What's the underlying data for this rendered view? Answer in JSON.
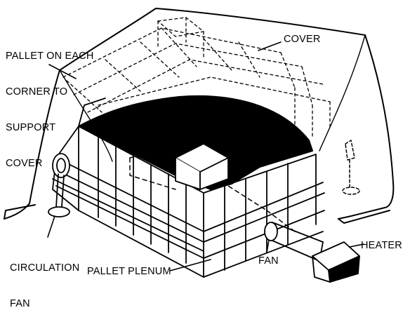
{
  "labels": {
    "pallet_corner": [
      "PALLET ON EACH",
      "CORNER TO",
      "SUPPORT",
      "COVER"
    ],
    "cover": "COVER",
    "circulation_fan": [
      "CIRCULATION",
      "FAN"
    ],
    "heater": "HEATER",
    "fan": "FAN",
    "pallet_plenum": "PALLET PLENUM"
  },
  "colors": {
    "ink": "#000000",
    "paper": "#ffffff"
  }
}
